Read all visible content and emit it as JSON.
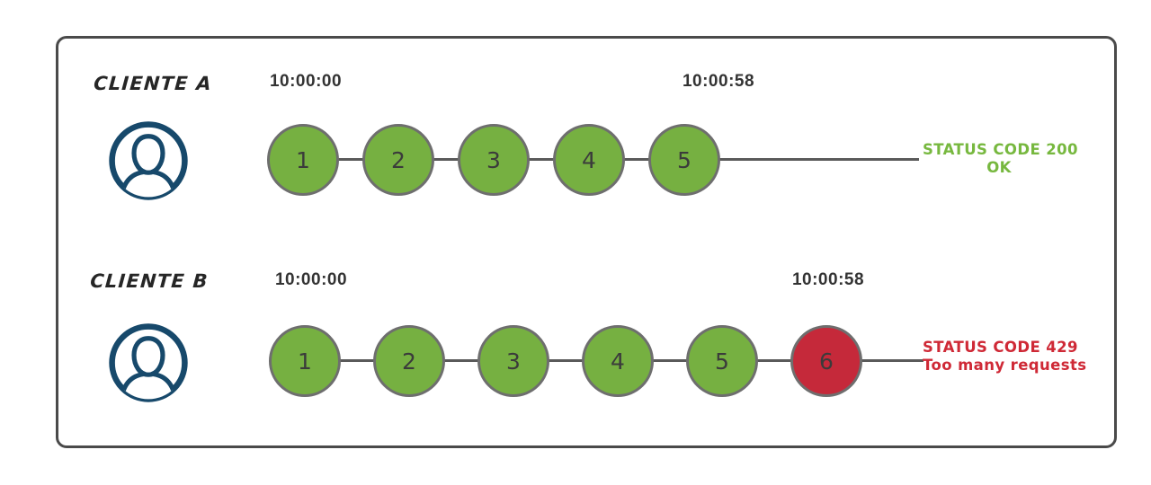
{
  "colors": {
    "ok-fill": "#76b041",
    "blocked-fill": "#c5293a",
    "ok-text": "#77b83f",
    "blocked-text": "#cf2936",
    "circle-border": "#6e6e6e",
    "line": "#5a5a5a",
    "avatar": "#17496b",
    "box-border": "#4a4a4a"
  },
  "rows": [
    {
      "client": "CLIENTE A",
      "start_time": "10:00:00",
      "end_time": "10:00:58",
      "requests": [
        {
          "label": "1",
          "state": "ok"
        },
        {
          "label": "2",
          "state": "ok"
        },
        {
          "label": "3",
          "state": "ok"
        },
        {
          "label": "4",
          "state": "ok"
        },
        {
          "label": "5",
          "state": "ok"
        }
      ],
      "status_type": "ok",
      "status_line1": "STATUS CODE 200",
      "status_line2": "OK"
    },
    {
      "client": "CLIENTE B",
      "start_time": "10:00:00",
      "end_time": "10:00:58",
      "requests": [
        {
          "label": "1",
          "state": "ok"
        },
        {
          "label": "2",
          "state": "ok"
        },
        {
          "label": "3",
          "state": "ok"
        },
        {
          "label": "4",
          "state": "ok"
        },
        {
          "label": "5",
          "state": "ok"
        },
        {
          "label": "6",
          "state": "blocked"
        }
      ],
      "status_type": "blocked",
      "status_line1": "STATUS CODE 429",
      "status_line2": "Too many requests"
    }
  ]
}
